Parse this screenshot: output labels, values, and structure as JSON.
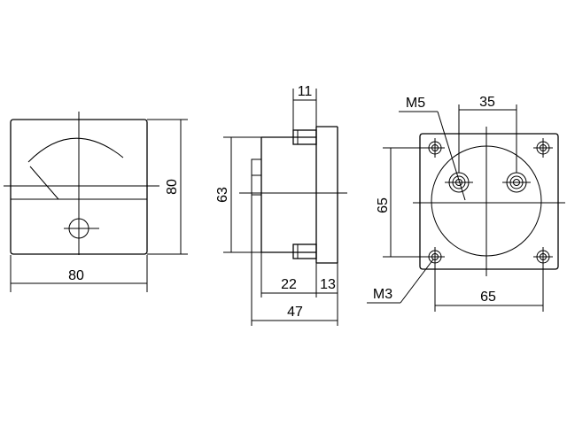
{
  "front_view": {
    "width": "80",
    "height": "80"
  },
  "side_view": {
    "top_dim": "11",
    "height_dim": "63",
    "dim_22": "22",
    "dim_13": "13",
    "depth": "47"
  },
  "rear_view": {
    "m5_label": "M5",
    "spacing_35": "35",
    "height_65": "65",
    "m3_label": "M3",
    "width_65": "65"
  },
  "colors": {
    "line": "#000000",
    "background": "#ffffff"
  }
}
